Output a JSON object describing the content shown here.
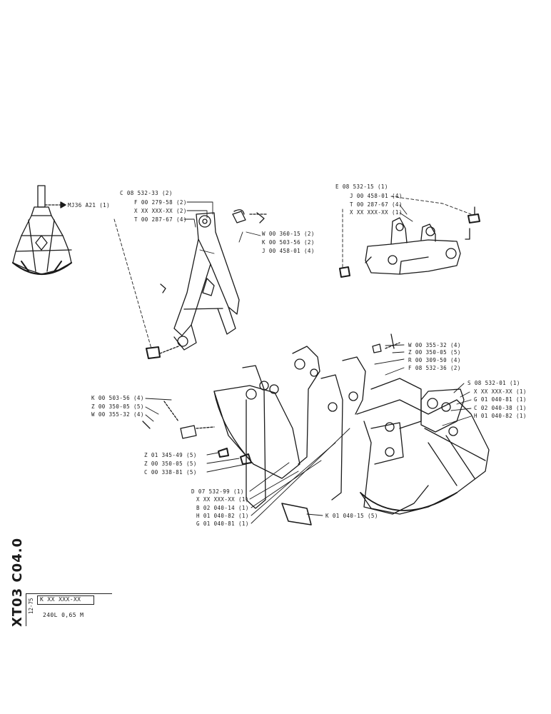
{
  "sheet": {
    "code": "XT03 C04.0",
    "date": "12-75",
    "part_number": "K XX XXX-XX",
    "description": "240L  0,65 M"
  },
  "labels": {
    "mj36": "MJ36 A21 (1)",
    "c08": "C 08 532-33 (2)",
    "f00_279": "F 00 279-58 (2)",
    "xxx2": "X XX XXX-XX (2)",
    "t00_287_4": "T 00 287-67 (4)",
    "w00_360": "W 00 360-15 (2)",
    "k00_503_r": "K 00 503-56 (2)",
    "j00_458": "J 00 458-01 (4)",
    "e08": "E 08 532-15 (1)",
    "j00_458_r": "J 00 458-01 (4)",
    "t00_287_r": "T 00 287-67 (4)",
    "xxx1_r": "X XX XXX-XX (1)",
    "w00_355_r": "W 00 355-32 (4)",
    "z00_350_r": "Z 00 350-05 (5)",
    "r00_309": "R 00 309-50 (4)",
    "f08": "F 08 532-36 (2)",
    "s08": "S 08 532-01 (1)",
    "xxx1_s": "X XX XXX-XX (1)",
    "g01_r": "G 01 040-81 (1)",
    "c02": "C 02 040-38 (1)",
    "h01_r": "H 01 040-82 (1)",
    "k00_503_l": "K 00 503-56 (4)",
    "z00_350_l": "Z 00 350-05 (5)",
    "w00_355_l": "W 00 355-32 (4)",
    "z01_345": "Z 01 345-49 (5)",
    "z00_350_m": "Z 00 350-05 (5)",
    "c00_338": "C 00 338-81 (5)",
    "d07": "D 07 532-99 (1)",
    "xxx1_d": "X XX XXX-XX (1)",
    "b02": "B 02 040-14 (1)",
    "h01_l": "H 01 040-82 (1)",
    "g01_l": "G 01 040-81 (1)",
    "k01_040": "K 01 040-15 (5)"
  }
}
